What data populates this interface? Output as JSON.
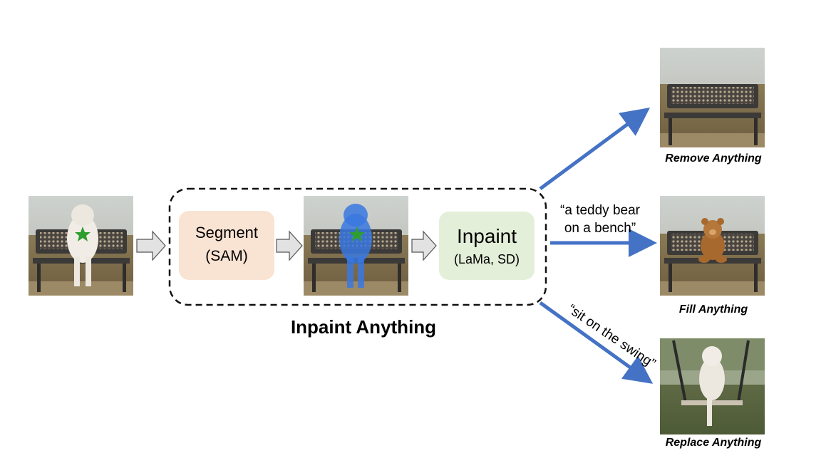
{
  "pipeline": {
    "segment": {
      "title": "Segment",
      "subtitle": "(SAM)"
    },
    "inpaint": {
      "title": "Inpaint",
      "subtitle": "(LaMa, SD)"
    },
    "group_title": "Inpaint Anything"
  },
  "outputs": {
    "remove": {
      "caption": "Remove Anything"
    },
    "fill": {
      "caption": "Fill Anything",
      "prompt_line1": "“a teddy bear",
      "prompt_line2": "on a bench”"
    },
    "replace": {
      "caption": "Replace Anything",
      "prompt": "“sit on the swing”"
    }
  },
  "colors": {
    "segment_box": "#f9e3d3",
    "inpaint_box": "#e4efd9",
    "arrow_blue": "#4472c4",
    "mask_blue": "#3a78e0",
    "star_green": "#2e9e2e"
  }
}
